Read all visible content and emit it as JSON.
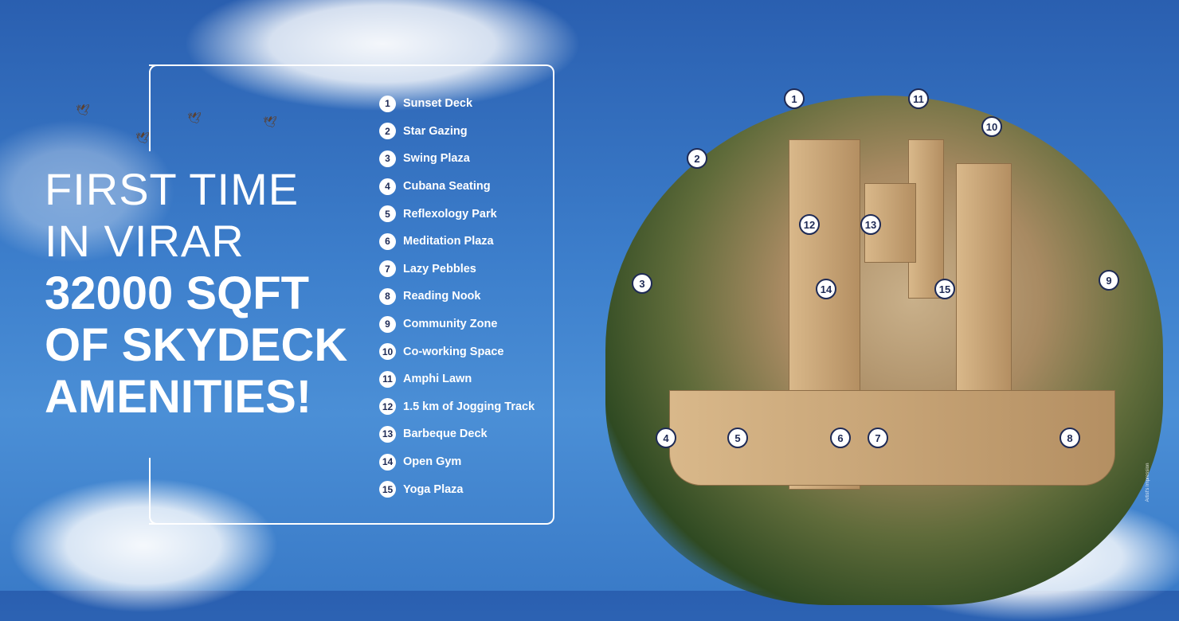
{
  "headline": {
    "line1": "FIRST TIME",
    "line2": "IN VIRAR",
    "line3": "32000 SQFT",
    "line4": "OF SKYDECK",
    "line5": "AMENITIES!"
  },
  "amenities": [
    {
      "n": "1",
      "label": "Sunset Deck"
    },
    {
      "n": "2",
      "label": "Star Gazing"
    },
    {
      "n": "3",
      "label": "Swing Plaza"
    },
    {
      "n": "4",
      "label": "Cubana Seating"
    },
    {
      "n": "5",
      "label": "Reflexology Park"
    },
    {
      "n": "6",
      "label": "Meditation Plaza"
    },
    {
      "n": "7",
      "label": "Lazy Pebbles"
    },
    {
      "n": "8",
      "label": "Reading Nook"
    },
    {
      "n": "9",
      "label": "Community Zone"
    },
    {
      "n": "10",
      "label": "Co-working Space"
    },
    {
      "n": "11",
      "label": "Amphi Lawn"
    },
    {
      "n": "12",
      "label": "1.5 km of Jogging Track"
    },
    {
      "n": "13",
      "label": "Barbeque Deck"
    },
    {
      "n": "14",
      "label": "Open Gym"
    },
    {
      "n": "15",
      "label": "Yoga Plaza"
    }
  ],
  "disclaimer": "Artist's Impression"
}
